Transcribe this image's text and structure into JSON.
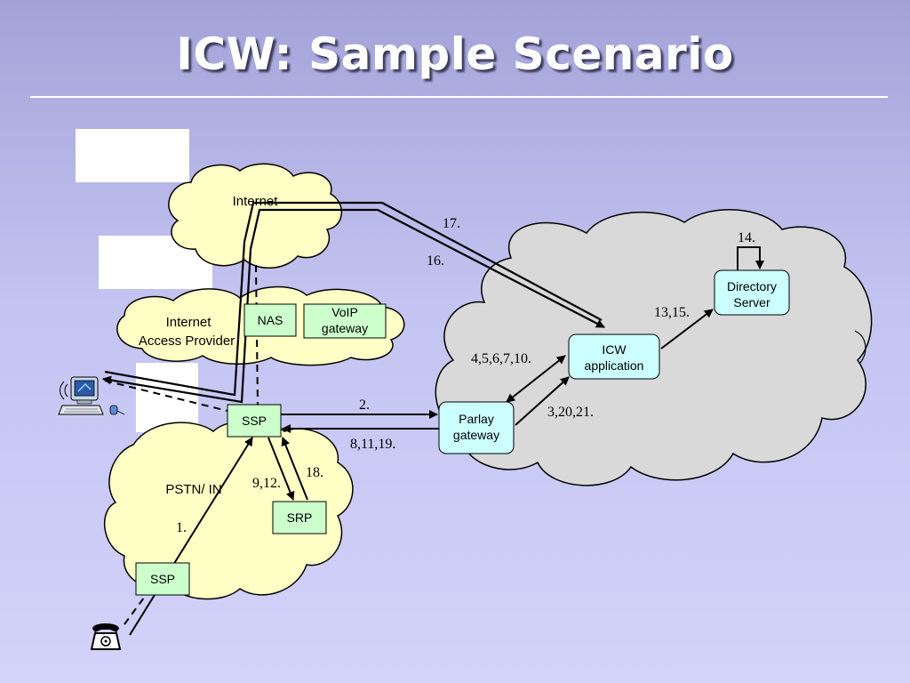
{
  "slide": {
    "title": "ICW: Sample Scenario"
  },
  "clouds": {
    "internet": "Internet",
    "access_provider": [
      "Internet",
      "Access Provider"
    ],
    "pstn": "PSTN/ IN"
  },
  "boxes": {
    "nas": "NAS",
    "voip_gateway": [
      "VoIP",
      "gateway"
    ],
    "ssp_main": "SSP",
    "ssp_lower": "SSP",
    "srp": "SRP",
    "parlay_gateway": [
      "Parlay",
      "gateway"
    ],
    "icw_application": [
      "ICW",
      "application"
    ],
    "directory_server": [
      "Directory",
      "Server"
    ]
  },
  "steps": {
    "s1": "1.",
    "s2": "2.",
    "s8_11_19": "8,11,19.",
    "s9_12": "9,12.",
    "s18": "18.",
    "s3_20_21": "3,20,21.",
    "s4_5_6_7_10": "4,5,6,7,10.",
    "s13_15": "13,15.",
    "s14": "14.",
    "s16": "16.",
    "s17": "17."
  },
  "colors": {
    "cloud_yellow": "#ffffc6",
    "cloud_gray": "#d9d9d9",
    "box_green": "#ccffcc",
    "box_cyan": "#ccffff",
    "placeholder_white": "#ffffff"
  },
  "icons": {
    "computer": "computer-icon",
    "telephone": "telephone-icon"
  }
}
